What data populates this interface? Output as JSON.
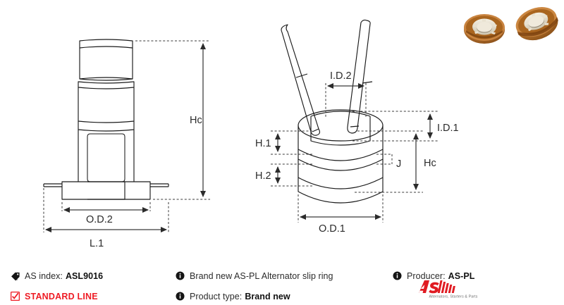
{
  "page": {
    "background": "#ffffff",
    "accent_red": "#ee1c25",
    "line_color": "#1a1a1a"
  },
  "diagrams": {
    "left": {
      "name": "slip-ring-side-view",
      "dimension_labels": [
        "Hc",
        "O.D.2",
        "L.1"
      ]
    },
    "right": {
      "name": "slip-ring-isometric-view",
      "dimension_labels": [
        "I.D.2",
        "I.D.1",
        "H.1",
        "H.2",
        "J",
        "Hc",
        "O.D.1"
      ]
    },
    "labels": {
      "hc_left": "Hc",
      "od2": "O.D.2",
      "l1": "L.1",
      "id2": "I.D.2",
      "id1": "I.D.1",
      "h1": "H.1",
      "h2": "H.2",
      "j": "J",
      "hc_right": "Hc",
      "od1": "O.D.1"
    }
  },
  "photos": [
    {
      "name": "slip-ring-photo-front",
      "alt": "Copper alternator slip ring, front angle"
    },
    {
      "name": "slip-ring-photo-angled",
      "alt": "Copper alternator slip ring, tilted angle"
    }
  ],
  "footer": {
    "as_index": {
      "icon": "tag-icon",
      "label": "AS index:",
      "value": "ASL9016"
    },
    "standard_line": {
      "icon": "checkbox-checked-icon",
      "label": "STANDARD LINE",
      "color": "#ee1c25"
    },
    "description": {
      "icon": "info-icon",
      "text": "Brand new AS-PL Alternator slip ring"
    },
    "product_type": {
      "icon": "info-icon",
      "label": "Product type:",
      "value": "Brand new"
    },
    "producer": {
      "icon": "info-icon",
      "label": "Producer:",
      "value": "AS-PL"
    },
    "logo": {
      "name": "as-pl-logo",
      "mark": "AS",
      "tagline": "Alternators, Starters & Parts"
    }
  }
}
